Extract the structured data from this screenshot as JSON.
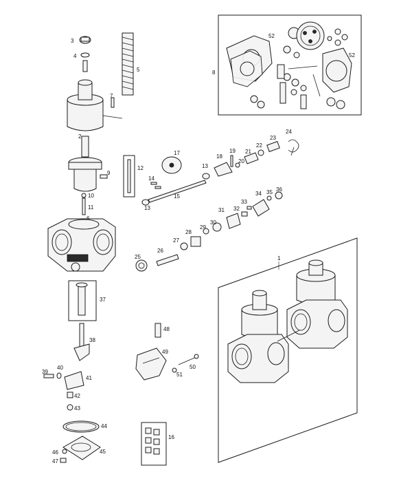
{
  "labels": {
    "l1": "1",
    "l2": "2",
    "l3": "3",
    "l4": "4",
    "l5": "5",
    "l6": "6",
    "l7": "7",
    "l8": "8",
    "l9": "9",
    "l10": "10",
    "l11": "11",
    "l12": "12",
    "l13a": "13",
    "l13b": "13",
    "l14": "14",
    "l15": "15",
    "l16": "16",
    "l17": "17",
    "l18": "18",
    "l19": "19",
    "l20": "20",
    "l21": "21",
    "l22": "22",
    "l23": "23",
    "l24": "24",
    "l25": "25",
    "l26": "26",
    "l27": "27",
    "l28": "28",
    "l29": "29",
    "l30": "30",
    "l31": "31",
    "l32": "32",
    "l33": "33",
    "l34": "34",
    "l35": "35",
    "l36": "36",
    "l37": "37",
    "l38": "38",
    "l39": "39",
    "l40": "40",
    "l41": "41",
    "l42": "42",
    "l43": "43",
    "l44": "44",
    "l45": "45",
    "l46": "46",
    "l47": "47",
    "l48": "48",
    "l49": "49",
    "l50": "50",
    "l51": "51",
    "l52a": "52",
    "l52b": "52"
  },
  "colors": {
    "ink": "#1a1a1a",
    "paper": "#ffffff",
    "fill": "#f4f4f4"
  }
}
